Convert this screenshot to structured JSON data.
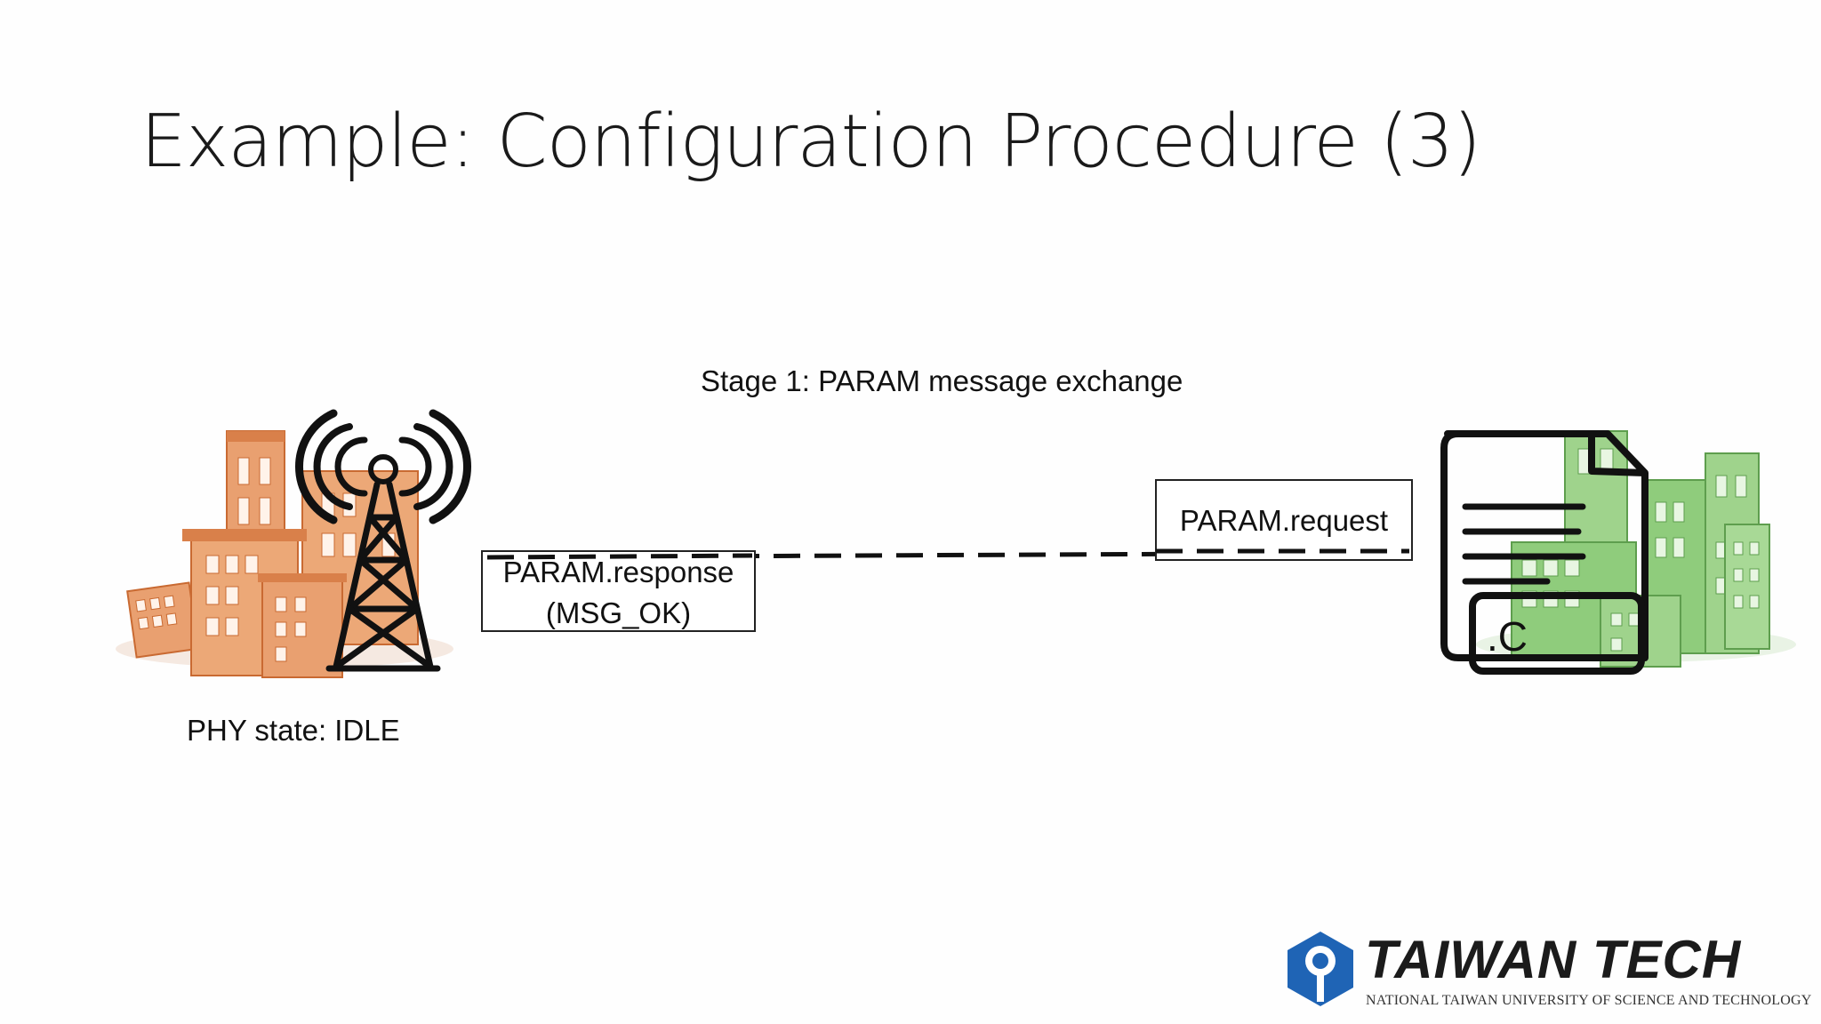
{
  "slide": {
    "title": "Example: Configuration Procedure (3)",
    "stage_label": "Stage 1: PARAM message exchange",
    "phy_state": "PHY state: IDLE"
  },
  "messages": {
    "response_line1": "PARAM.response",
    "response_line2": "(MSG_OK)",
    "request": "PARAM.request"
  },
  "icons": {
    "left": "city-cell-tower-icon",
    "right": "c-source-file-city-icon"
  },
  "logo": {
    "name": "TAIWAN TECH",
    "subtitle": "NATIONAL TAIWAN UNIVERSITY OF SCIENCE AND TECHNOLOGY"
  },
  "colors": {
    "orange_building": "#e9a070",
    "orange_dark": "#c96a32",
    "green_building": "#8fcc7c",
    "green_dark": "#5e9e4e",
    "logo_blue": "#1f64b5"
  }
}
